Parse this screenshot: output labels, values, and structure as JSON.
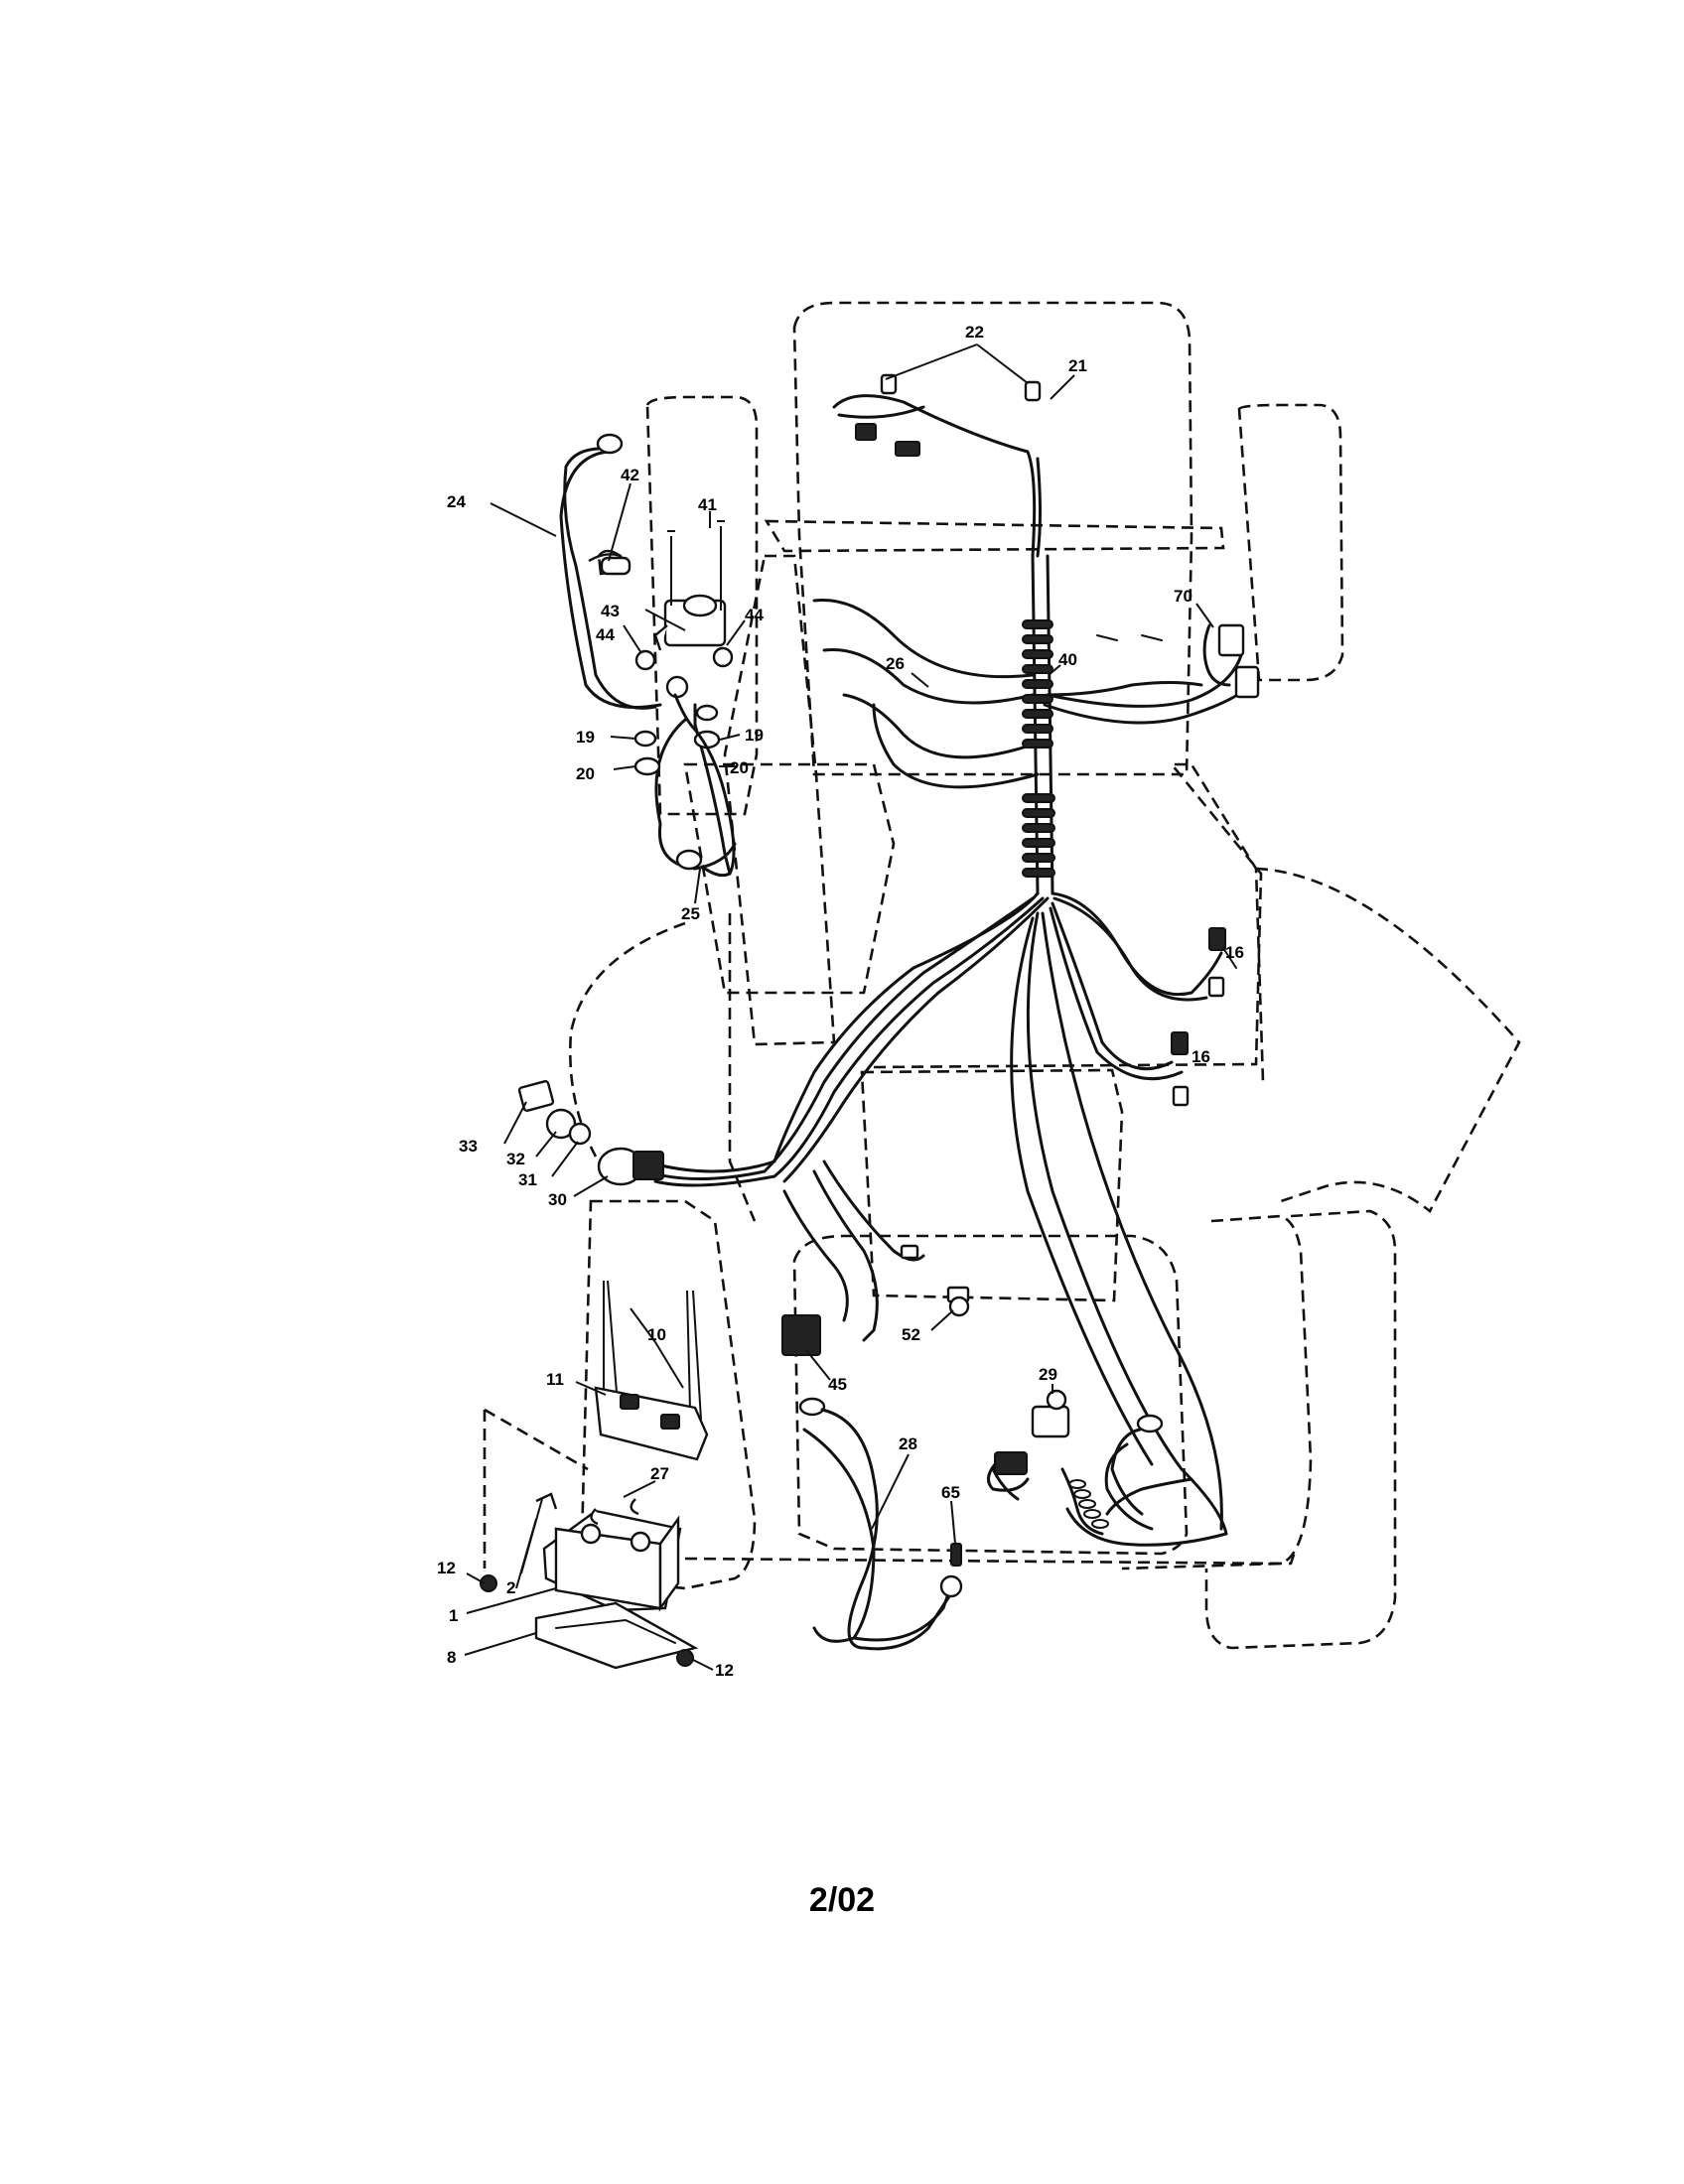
{
  "callouts": [
    {
      "id": "22",
      "label": "22"
    },
    {
      "id": "21",
      "label": "21"
    },
    {
      "id": "24",
      "label": "24"
    },
    {
      "id": "42",
      "label": "42"
    },
    {
      "id": "41",
      "label": "41"
    },
    {
      "id": "43",
      "label": "43"
    },
    {
      "id": "44a",
      "label": "44"
    },
    {
      "id": "44b",
      "label": "44"
    },
    {
      "id": "19a",
      "label": "19"
    },
    {
      "id": "19b",
      "label": "19"
    },
    {
      "id": "20a",
      "label": "20"
    },
    {
      "id": "20b",
      "label": "20"
    },
    {
      "id": "25",
      "label": "25"
    },
    {
      "id": "26",
      "label": "26"
    },
    {
      "id": "40",
      "label": "40"
    },
    {
      "id": "70",
      "label": "70"
    },
    {
      "id": "16a",
      "label": "16"
    },
    {
      "id": "16b",
      "label": "16"
    },
    {
      "id": "33",
      "label": "33"
    },
    {
      "id": "32",
      "label": "32"
    },
    {
      "id": "31",
      "label": "31"
    },
    {
      "id": "30",
      "label": "30"
    },
    {
      "id": "10",
      "label": "10"
    },
    {
      "id": "11",
      "label": "11"
    },
    {
      "id": "52",
      "label": "52"
    },
    {
      "id": "45",
      "label": "45"
    },
    {
      "id": "29",
      "label": "29"
    },
    {
      "id": "28",
      "label": "28"
    },
    {
      "id": "27",
      "label": "27"
    },
    {
      "id": "65",
      "label": "65"
    },
    {
      "id": "12a",
      "label": "12"
    },
    {
      "id": "2",
      "label": "2"
    },
    {
      "id": "1",
      "label": "1"
    },
    {
      "id": "8",
      "label": "8"
    },
    {
      "id": "12b",
      "label": "12"
    }
  ],
  "footer": {
    "date": "2/02"
  }
}
